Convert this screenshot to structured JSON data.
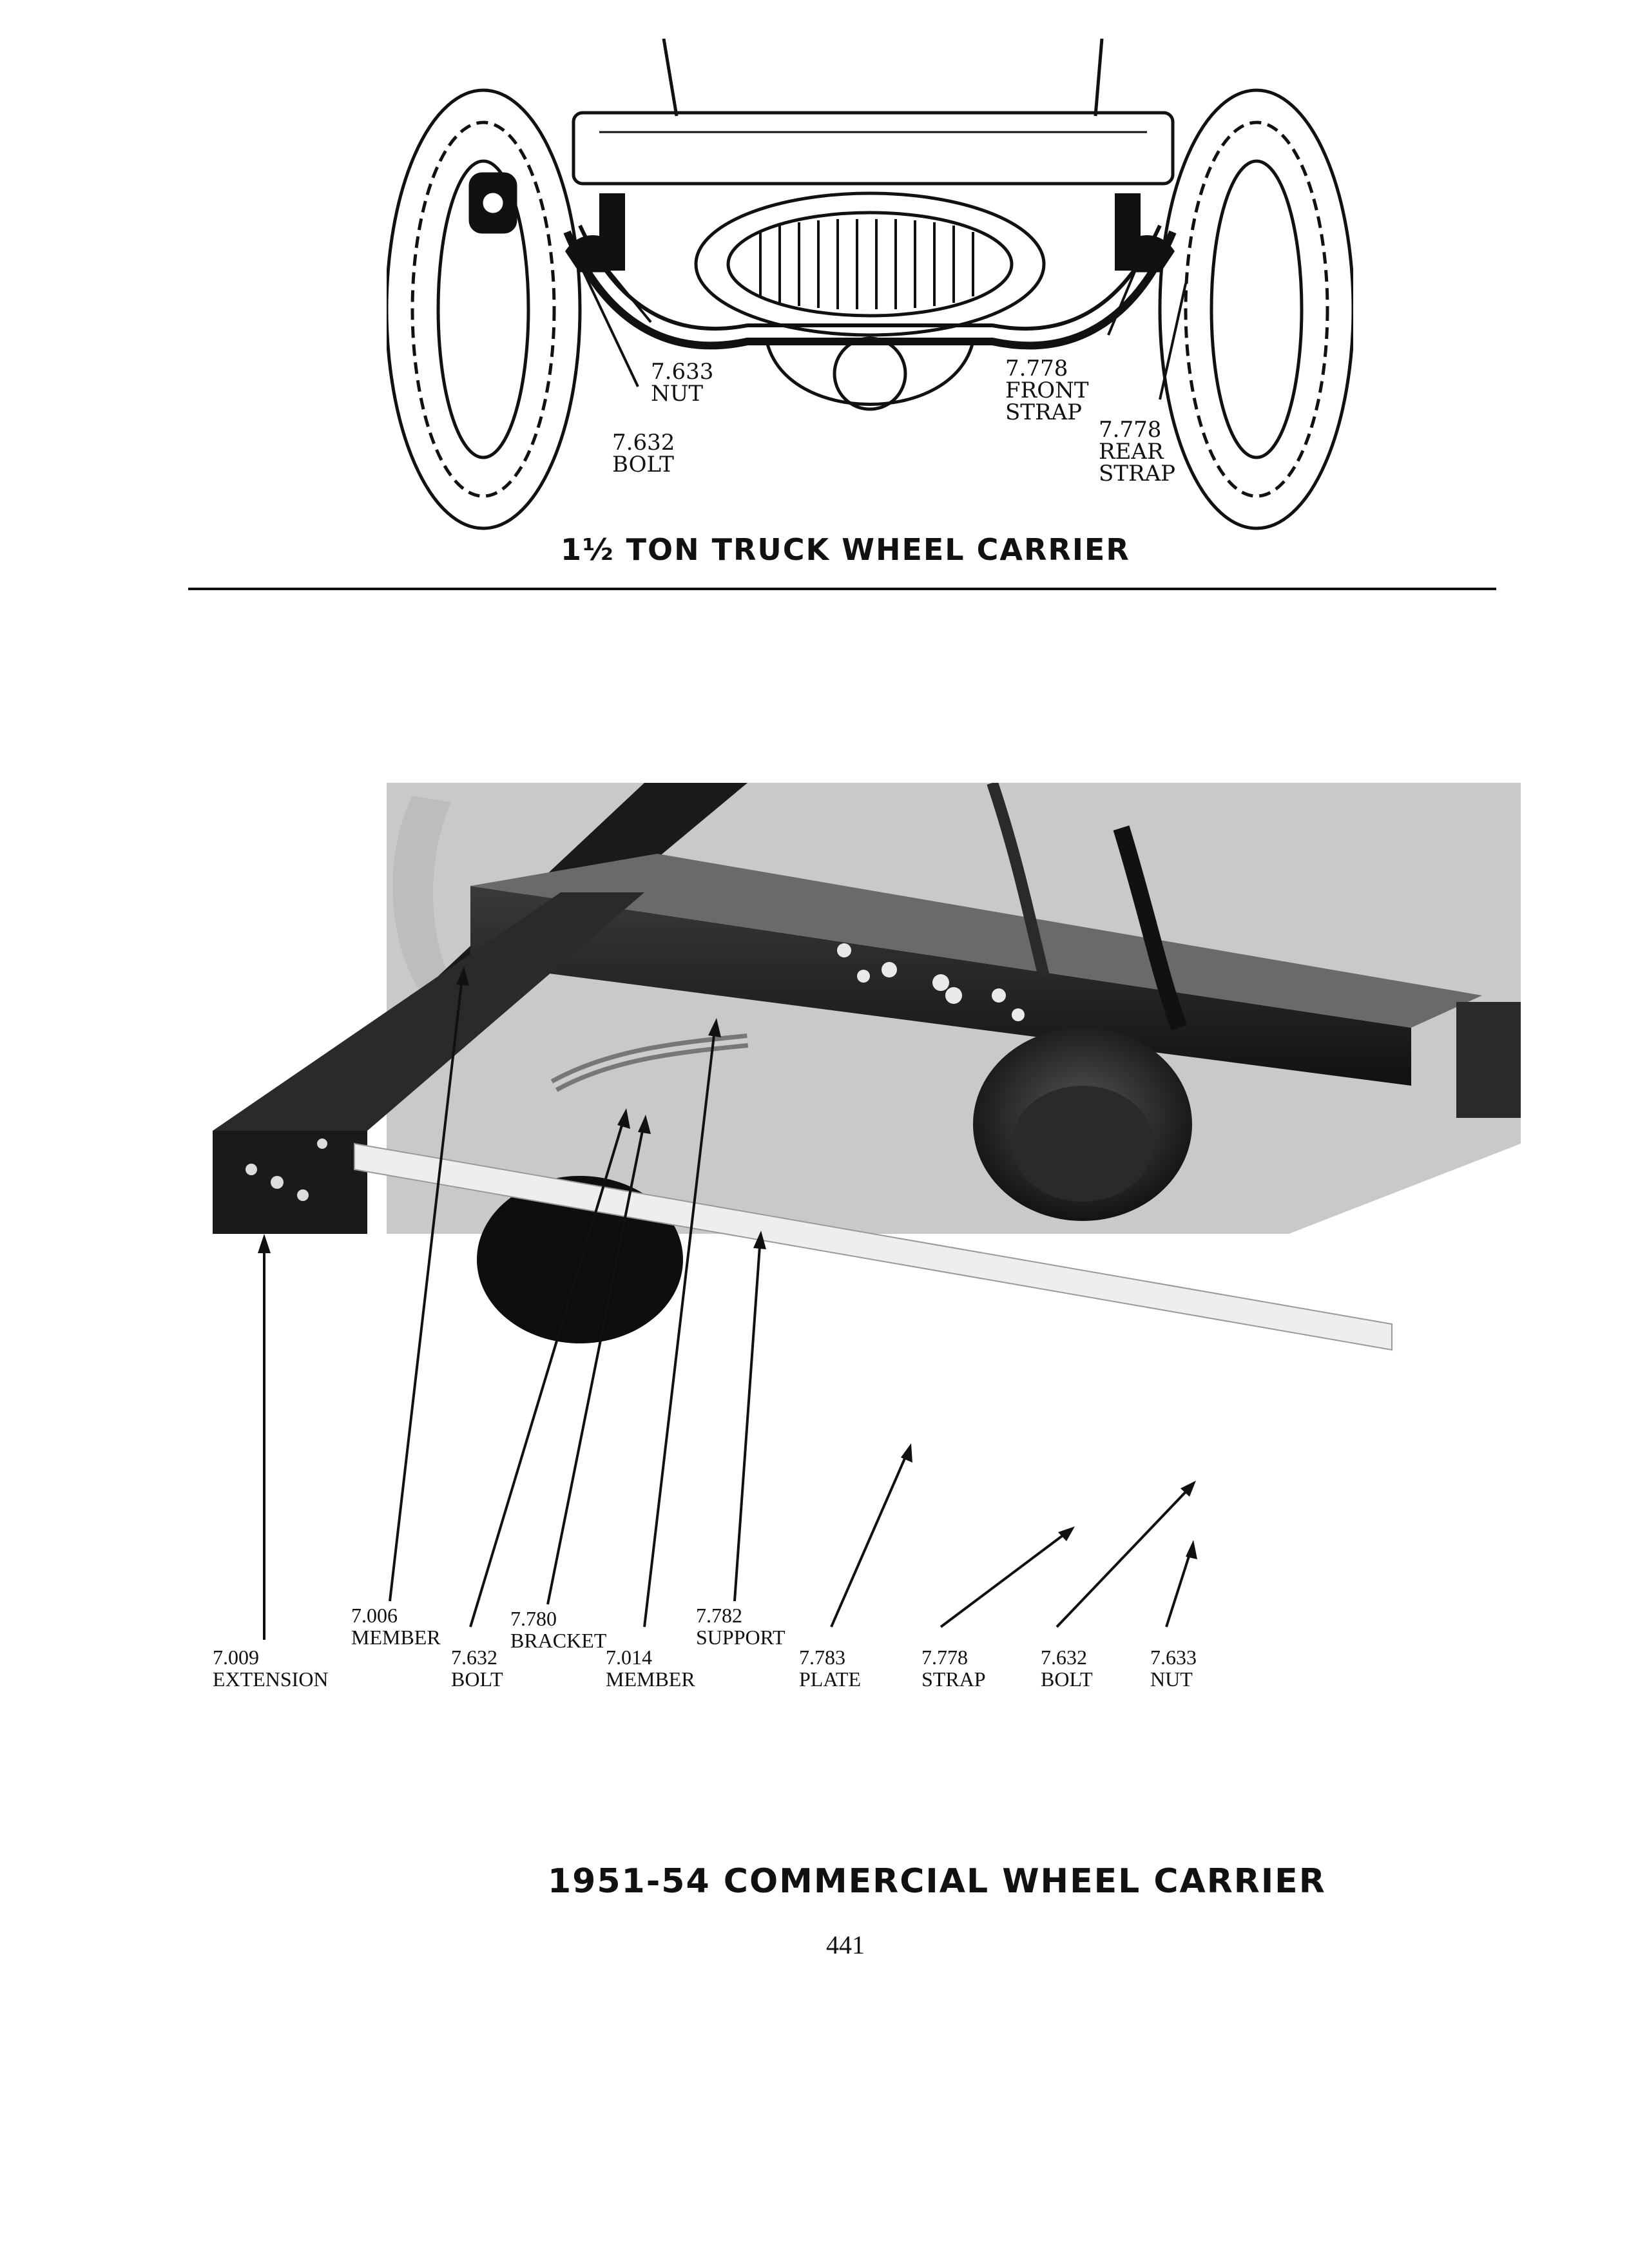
{
  "top_figure": {
    "title": "1½ TON TRUCK WHEEL CARRIER",
    "labels": [
      {
        "num": "7.633",
        "word": "NUT"
      },
      {
        "num": "7.632",
        "word": "BOLT"
      },
      {
        "num": "7.778",
        "word": "FRONT STRAP"
      },
      {
        "num": "7.778",
        "word": "REAR STRAP"
      }
    ]
  },
  "bottom_figure": {
    "title": "1951-54 COMMERCIAL WHEEL CARRIER",
    "labels": [
      {
        "num": "7.009",
        "word": "EXTENSION"
      },
      {
        "num": "7.006",
        "word": "MEMBER"
      },
      {
        "num": "7.632",
        "word": "BOLT"
      },
      {
        "num": "7.780",
        "word": "BRACKET"
      },
      {
        "num": "7.014",
        "word": "MEMBER"
      },
      {
        "num": "7.782",
        "word": "SUPPORT"
      },
      {
        "num": "7.783",
        "word": "PLATE"
      },
      {
        "num": "7.778",
        "word": "STRAP"
      },
      {
        "num": "7.632",
        "word": "BOLT"
      },
      {
        "num": "7.633",
        "word": "NUT"
      }
    ]
  },
  "page_number": "441"
}
